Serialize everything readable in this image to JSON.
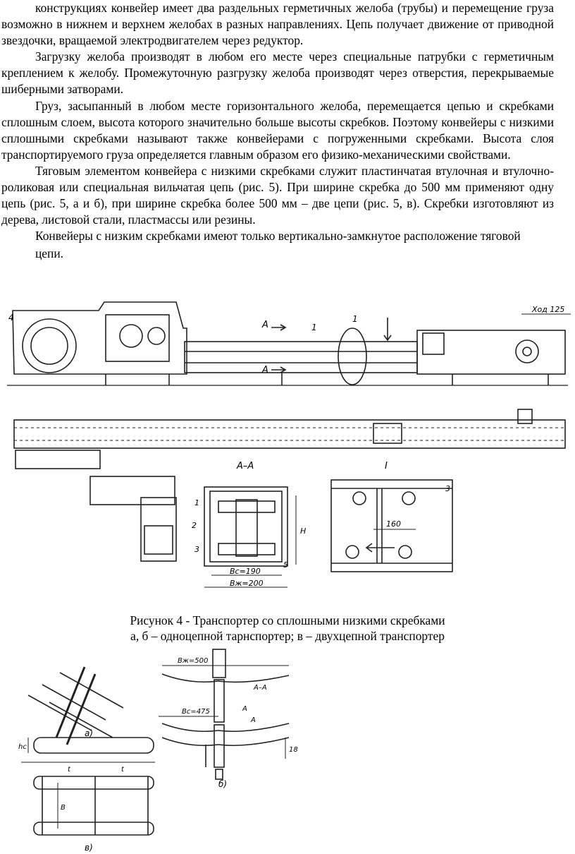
{
  "paragraphs": [
    "конструкциях конвейер имеет два раздельных герметичных желоба (трубы) и перемещение груза возможно в нижнем и верхнем желобах в разных направлениях. Цепь получает движение от приводной звездочки, вращаемой электродвигателем через редуктор.",
    "Загрузку желоба производят в любом его месте через специальные патрубки с герметичным креплением к желобу. Промежуточную разгрузку желоба производят через отверстия, перекрываемые шиберными затворами.",
    "Груз, засыпанный в любом месте горизонтального желоба, перемещается цепью и скребками сплошным слоем, высота которого значительно больше высоты скребков. Поэтому конвейеры с низкими сплошными скребками называют также конвейерами с погруженными скребками. Высота слоя транспортируемого груза определяется главным образом его физико-механическими свойствами.",
    "Тяговым элементом конвейера с низкими скребками служит пластинчатая втулочная и втулочно-роликовая или специальная вильчатая цепь (рис. 5). При ширине скребка до 500 мм применяют одну цепь (рис. 5, а и б), при ширине скребка более 500 мм – две цепи (рис. 5, в). Скребки изготовляют из дерева, листовой стали, пластмассы или резины.",
    "Конвейеры с низким скребками имеют только вертикально-замкнутое расположение тяговой"
  ],
  "tail_line": "цепи.",
  "figure4": {
    "labels": {
      "stroke": "Ход 125",
      "section_a_top": "A",
      "section_a_bottom": "A",
      "callout_4": "4",
      "callout_1": "1",
      "callout_1b": "1",
      "section_aa": "А–А",
      "detail_i": "I",
      "n1": "1",
      "n2": "2",
      "n3": "3",
      "n3b": "3",
      "n5": "5",
      "h": "H",
      "bc": "Bс=190",
      "bzh": "Bж=200",
      "dim160": "160"
    },
    "caption_line1": "Рисунок 4 - Транспортер со сплошными низкими скребками",
    "caption_line2": "а, б – одноцепной тарнспортер; в – двухцепной транспортер"
  },
  "figure5": {
    "labels": {
      "a": "а)",
      "b": "б)",
      "v": "в)",
      "bzh": "Bж=500",
      "bc": "Bс=475",
      "aa": "А–А",
      "a1": "А",
      "a2": "А",
      "hc": "hс",
      "t1": "t",
      "t2": "t",
      "b_dim": "B",
      "dim18": "18"
    }
  }
}
